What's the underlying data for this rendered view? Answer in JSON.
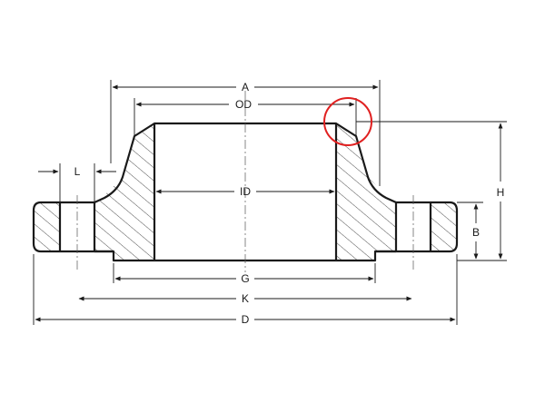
{
  "dimensions": {
    "A": "A",
    "OD": "OD",
    "ID": "ID",
    "G": "G",
    "K": "K",
    "D": "D",
    "L": "L",
    "H": "H",
    "B": "B"
  },
  "highlight": {
    "color": "#e02020"
  }
}
